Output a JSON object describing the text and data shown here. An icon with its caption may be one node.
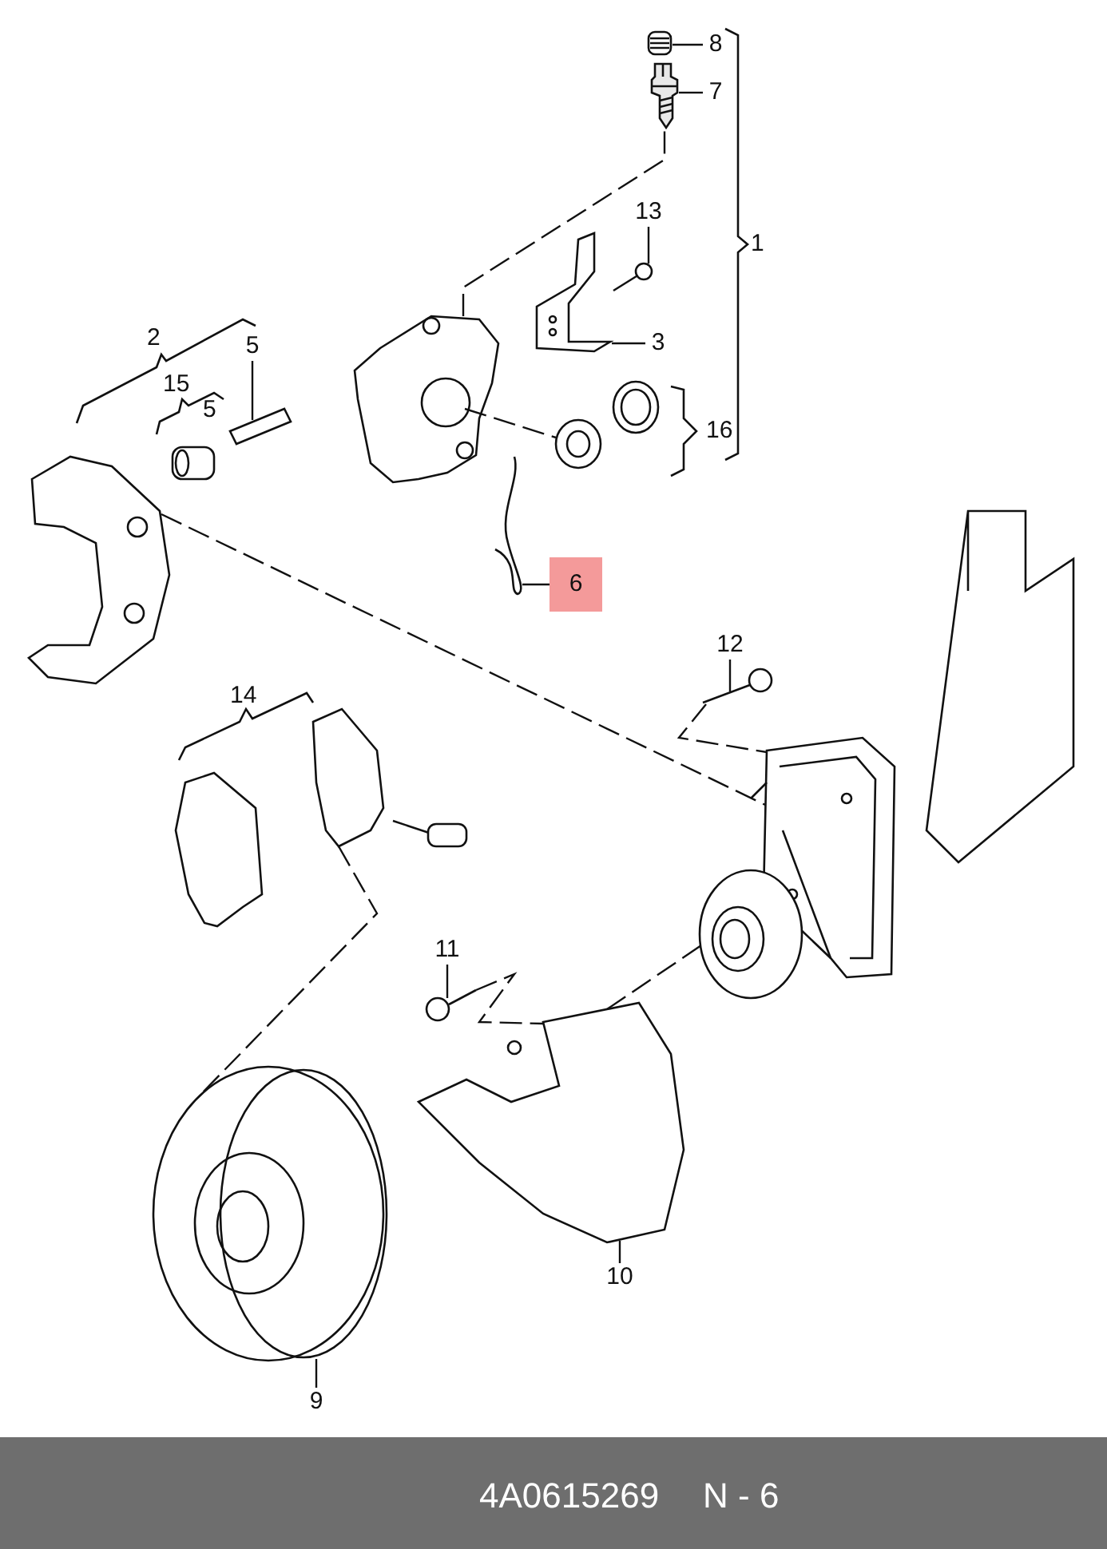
{
  "diagram": {
    "nodes": [
      {
        "text": [
          "8"
        ]
      },
      {
        "text": [
          "7"
        ]
      },
      {
        "text": [
          "13"
        ]
      },
      {
        "text": [
          "3"
        ]
      },
      {
        "text": [
          "5"
        ]
      },
      {
        "text": [
          "6"
        ]
      },
      {
        "text": [
          "12"
        ]
      },
      {
        "text": [
          "11"
        ]
      },
      {
        "text": [
          "10"
        ]
      },
      {
        "text": [
          "9"
        ]
      },
      {
        "text": [],
        "shape": "picture"
      },
      {
        "text": [],
        "shape": "picture"
      },
      {
        "text": [],
        "shape": "picture"
      },
      {
        "text": [],
        "shape": "picture"
      },
      {
        "text": [],
        "shape": "picture"
      },
      {
        "text": [],
        "shape": "picture"
      },
      {
        "text": [],
        "shape": "picture"
      },
      {
        "text": [],
        "shape": "picture"
      },
      {
        "text": [],
        "shape": "picture"
      },
      {
        "text": [],
        "shape": "picture"
      },
      {
        "text": [],
        "shape": "picture"
      },
      {
        "text": [],
        "shape": "picture"
      },
      {
        "text": [],
        "shape": "picture"
      },
      {
        "text": [],
        "shape": "picture"
      },
      {
        "text": [],
        "shape": "picture"
      }
    ],
    "edges": [
      {
        "from": 0,
        "to": 10,
        "arrow": "none"
      },
      {
        "from": 1,
        "to": 11,
        "arrow": "none"
      },
      {
        "from": 2,
        "to": 12,
        "arrow": "none"
      },
      {
        "from": 3,
        "to": 13,
        "arrow": "none"
      },
      {
        "from": 4,
        "to": 14,
        "arrow": "none"
      },
      {
        "from": 5,
        "to": 15,
        "arrow": "none"
      },
      {
        "from": 6,
        "to": 16,
        "arrow": "none"
      },
      {
        "from": 7,
        "to": 17,
        "arrow": "none"
      },
      {
        "from": 8,
        "to": 18,
        "arrow": "none"
      },
      {
        "from": 9,
        "to": 19,
        "arrow": "none"
      },
      {
        "from": 20,
        "to": 11,
        "arrow": "none",
        "style": "dashed"
      },
      {
        "from": 20,
        "to": 24,
        "arrow": "none",
        "style": "dashed"
      },
      {
        "from": 21,
        "to": 22,
        "arrow": "none",
        "style": "dashed"
      },
      {
        "from": 23,
        "to": 19,
        "arrow": "none",
        "style": "dashed"
      },
      {
        "from": 17,
        "to": 18,
        "arrow": "none",
        "style": "dashed"
      },
      {
        "from": 18,
        "to": 22,
        "arrow": "none",
        "style": "dashed"
      },
      {
        "from": 16,
        "to": 22,
        "arrow": "none",
        "style": "dashed"
      }
    ],
    "labels": [
      "1",
      "2",
      "15",
      "5",
      "16",
      "14",
      "4A0615269",
      "N - 6"
    ]
  }
}
